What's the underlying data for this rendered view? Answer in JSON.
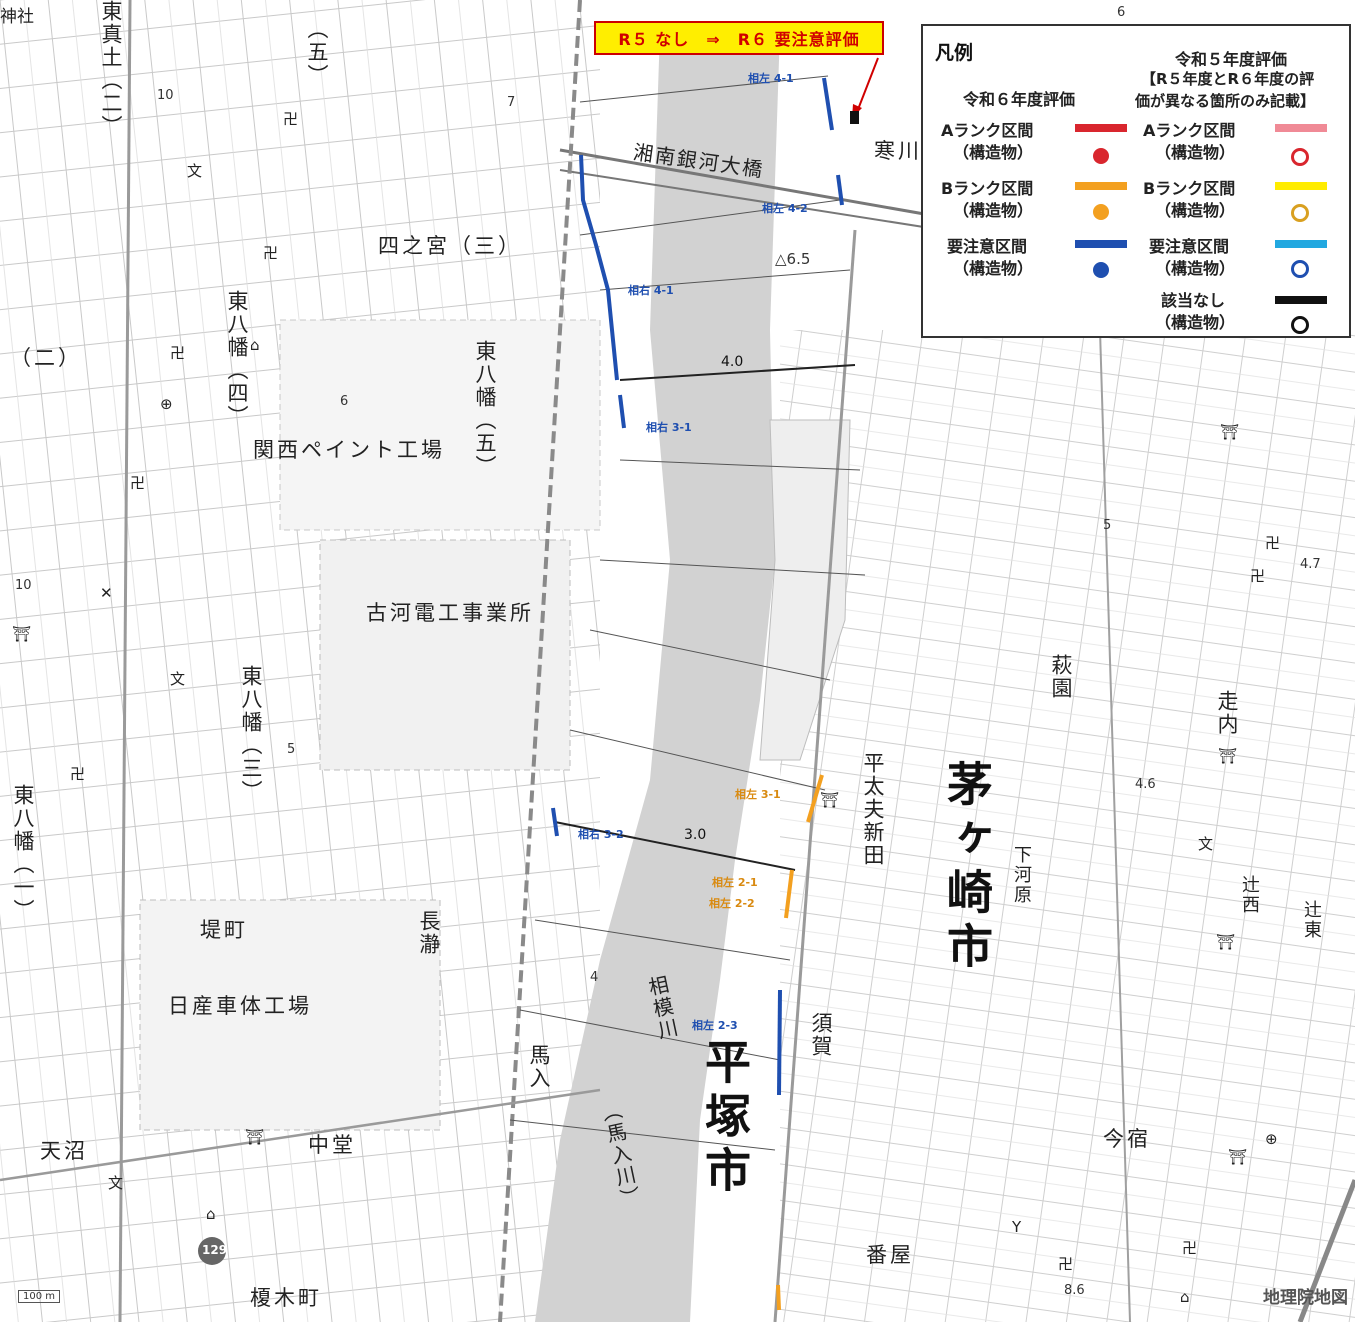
{
  "banner": "R５ なし　⇒　R６ 要注意評価",
  "legend": {
    "title": "凡例",
    "r6_heading": "令和６年度評価",
    "r5_heading_1": "令和５年度評価",
    "r5_heading_2": "【R５年度とR６年度の評",
    "r5_heading_3": "価が異なる箇所のみ記載】",
    "structure": "（構造物）",
    "a_rank": "Aランク区間",
    "b_rank": "Bランク区間",
    "caution": "要注意区間",
    "none": "該当なし",
    "colors": {
      "r6_a": "#d9262e",
      "r6_b": "#f3a020",
      "r6_caution": "#1f4fb0",
      "r5_a": "#f08a96",
      "r5_b": "#ffec00",
      "r5_caution": "#22a8e0",
      "none": "#111111"
    }
  },
  "places": {
    "chigasaki": "茅ヶ崎市",
    "hiratsuka": "平塚市",
    "shinomiya": "四之宮（三）",
    "kansai_paint": "関西ペイント工場",
    "furukawa": "古河電工事業所",
    "nissan": "日産車体工場",
    "tsutsumicho": "堤町",
    "nagatoro": "長瀞",
    "umairi": "馬入",
    "amanuma": "天沼",
    "nakado": "中堂",
    "enokicho": "榎木町",
    "suga": "須賀",
    "banya": "番屋",
    "imajuku": "今宿",
    "hagizono": "萩園",
    "hashiriuchi": "走内",
    "shimogawara": "下河原",
    "tsujinishi": "辻西",
    "tsujihigashi": "辻東",
    "hiradayu": "平太夫新田",
    "samukawa": "寒川",
    "shonan_bridge": "湘南銀河大橋",
    "sagami_river": "相模川",
    "umairi_river": "（馬入川）",
    "higashiyawata_4": "東八幡（四）",
    "higashiyawata_5": "東八幡（五）",
    "higashiyawata_3": "東八幡（三）",
    "higashiyawata_1": "東八幡（一）",
    "higashimashita": "東真土（二）",
    "go_top": "（五）",
    "ni_left": "（二）",
    "jinja": "神社",
    "gsi": "地理院地図",
    "route": "129"
  },
  "sections": {
    "s_l41": "相左 4-1",
    "s_l42": "相左 4-2",
    "s_r41": "相右 4-1",
    "s_r31": "相右 3-1",
    "s_l31": "相左 3-1",
    "s_r32": "相右 3-2",
    "s_l21": "相左 2-1",
    "s_l22": "相左 2-2",
    "s_l23": "相左 2-3"
  },
  "km": {
    "k40": "4.0",
    "k30": "3.0"
  },
  "elev": {
    "e65": "△6.5",
    "e10a": "10",
    "e7": "7",
    "e6": "6",
    "e5a": "5",
    "e5b": "5",
    "e10b": "10",
    "e4": "4",
    "e46": "4.6",
    "e47": "4.7",
    "e86": "8.6",
    "e6t": "6"
  },
  "scale": "100 m"
}
